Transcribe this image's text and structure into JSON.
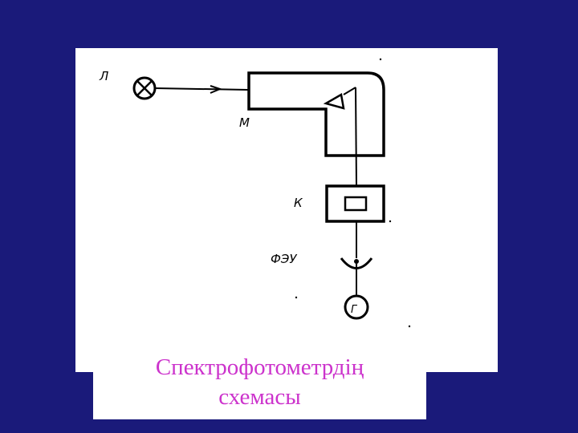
{
  "colors": {
    "background": "#1a1a7a",
    "panel": "#ffffff",
    "ink": "#000000",
    "caption": "#cc33cc"
  },
  "diagram": {
    "labels": {
      "lamp": "Л",
      "monochromator": "М",
      "cuvette": "К",
      "photocell": "ФЭУ",
      "galvanometer": "Г"
    }
  },
  "caption": {
    "line1": "Спектрофотометрдің",
    "line2": "схемасы"
  }
}
